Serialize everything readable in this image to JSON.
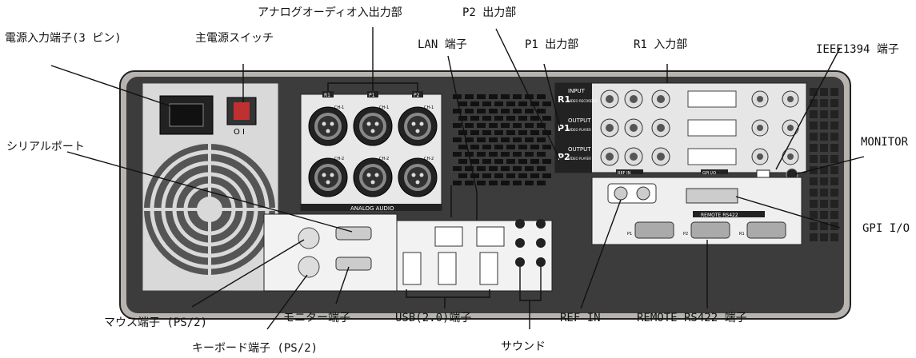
{
  "labels": {
    "analog_audio_io": "アナログオーディオ入出力部",
    "p2_output": "P2 出力部",
    "power_inlet": "電源入力端子(3 ピン)",
    "main_power_switch": "主電源スイッチ",
    "lan_port": "LAN 端子",
    "p1_output": "P1 出力部",
    "r1_input": "R1 入力部",
    "ieee1394_port": "IEEE1394 端子",
    "serial_port": "シリアルポート",
    "monitor": "MONITOR",
    "gpi_io": "GPI I/O",
    "mouse_port": "マウス端子 (PS/2)",
    "monitor_port": "モニター端子",
    "usb_port": "USB(2.0)端子",
    "ref_in": "REF IN",
    "remote_rs422": "REMOTE RS422 端子",
    "keyboard_port": "キーボード端子 (PS/2)",
    "sound": "サウンド"
  },
  "panel_text": {
    "analog_audio": "ANALOG AUDIO",
    "ch_labels": [
      "CH-1",
      "CH-1",
      "CH-1",
      "CH-2",
      "CH-2",
      "CH-2"
    ],
    "group_tags": [
      "R1",
      "P1",
      "P2"
    ],
    "row_r1": {
      "tag": "R1",
      "title": "INPUT",
      "sub": "VIDEO RECORDER"
    },
    "row_p1": {
      "tag": "P1",
      "title": "OUTPUT",
      "sub": "VIDEO PLAYER"
    },
    "row_p2": {
      "tag": "P2",
      "title": "OUTPUT",
      "sub": "VIDEO PLAYER"
    },
    "ref_in_panel": "REF IN",
    "gpi_panel": "GPI I/O",
    "remote_panel": "REMOTE RS422",
    "rs422_tags": [
      "P1",
      "P2",
      "R1"
    ],
    "power_switch_marks": "O I"
  },
  "colors": {
    "panel": "#3a3a3a",
    "metal": "#e8e8e8",
    "bezel": "#a5a29e",
    "line": "#111111"
  }
}
